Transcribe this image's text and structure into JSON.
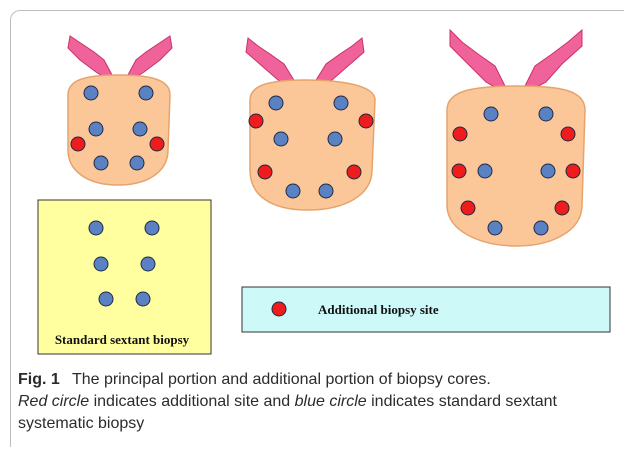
{
  "labels": {
    "standard_box": "Standard sextant biopsy",
    "legend": "Additional biopsy site"
  },
  "colors": {
    "prostate_fill": "#fbc799",
    "prostate_stroke": "#e5a46e",
    "vesicle_fill": "#f0639a",
    "vesicle_stroke": "#c8326a",
    "blue_site": "#5a82c2",
    "red_site": "#ee1c1c",
    "site_stroke": "#1f2a44",
    "standard_box_fill": "#ffffa0",
    "legend_box_fill": "#cdf9f9"
  },
  "caption": {
    "fig_label": "Fig. 1",
    "sentence1": "The principal portion and additional portion of biopsy cores.",
    "red_circle": "Red circle",
    "middle": "indicates additional site and",
    "blue_circle": "blue circle",
    "end": "indicates standard sextant systematic biopsy"
  }
}
